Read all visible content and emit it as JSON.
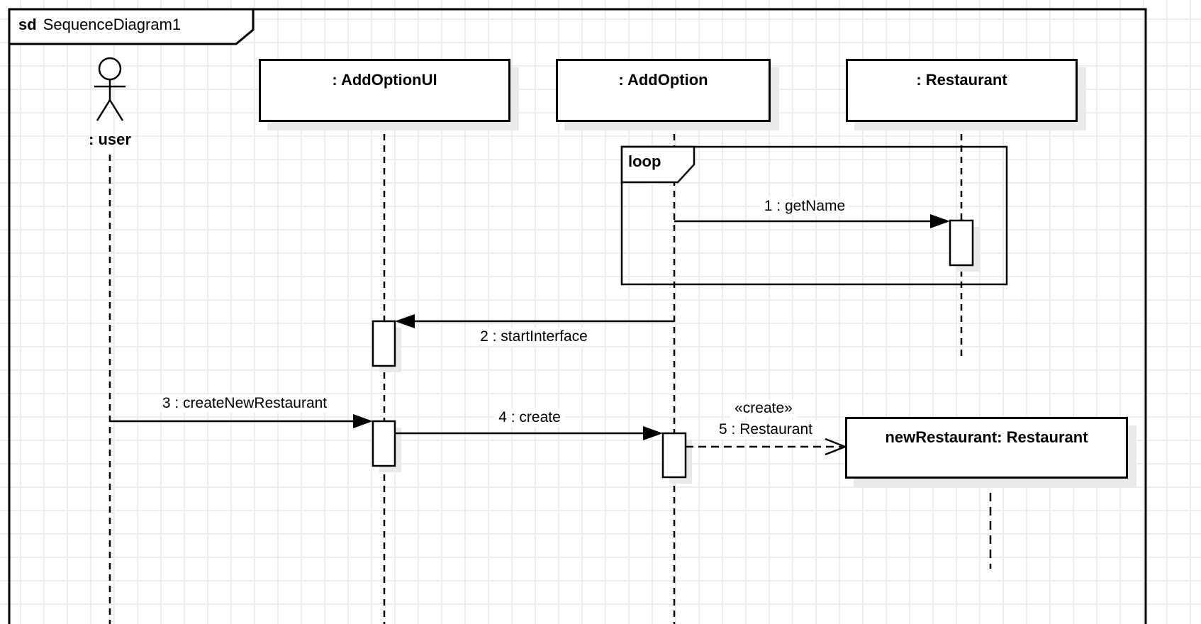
{
  "frame": {
    "keyword": "sd",
    "title": "SequenceDiagram1"
  },
  "lifelines": [
    {
      "id": "user",
      "label": ": user",
      "type": "actor"
    },
    {
      "id": "addoptionui",
      "label": ": AddOptionUI",
      "type": "object"
    },
    {
      "id": "addoption",
      "label": ": AddOption",
      "type": "object"
    },
    {
      "id": "restaurant",
      "label": ": Restaurant",
      "type": "object"
    },
    {
      "id": "newrestaurant",
      "label": "newRestaurant: Restaurant",
      "type": "object"
    }
  ],
  "fragments": [
    {
      "operator": "loop",
      "covers": [
        "addoption",
        "restaurant"
      ]
    }
  ],
  "messages": [
    {
      "seq": "1",
      "label": "1 : getName",
      "from": "addoption",
      "to": "restaurant",
      "kind": "synchronous"
    },
    {
      "seq": "2",
      "label": "2 : startInterface",
      "from": "addoption",
      "to": "addoptionui",
      "kind": "synchronous"
    },
    {
      "seq": "3",
      "label": "3 : createNewRestaurant",
      "from": "user",
      "to": "addoptionui",
      "kind": "synchronous"
    },
    {
      "seq": "4",
      "label": "4 : create",
      "from": "addoptionui",
      "to": "addoption",
      "kind": "synchronous"
    },
    {
      "seq": "5",
      "stereotype": "«create»",
      "label": "5 : Restaurant",
      "from": "addoption",
      "to": "newrestaurant",
      "kind": "create"
    }
  ],
  "colors": {
    "line": "#000000",
    "background": "#ffffff",
    "grid": "#ededed",
    "shadow": "#e9e9e9",
    "fill": "#ffffff"
  }
}
